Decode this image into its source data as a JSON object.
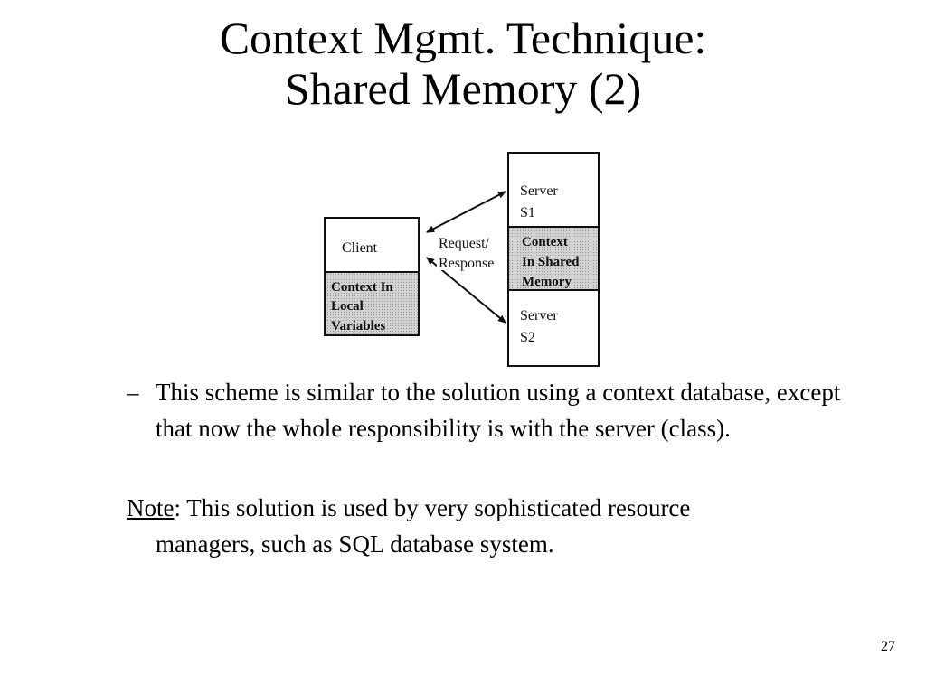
{
  "title": {
    "line1": "Context Mgmt. Technique:",
    "line2": "Shared Memory (2)"
  },
  "diagram": {
    "client": {
      "label": "Client",
      "context_lines": [
        "Context In",
        "Local",
        "Variables"
      ]
    },
    "arrow_label_lines": [
      "Request/",
      "Response"
    ],
    "server_s1": {
      "label_lines": [
        "Server",
        "S1"
      ]
    },
    "shared_context_lines": [
      "Context",
      "In Shared",
      "Memory"
    ],
    "server_s2": {
      "label_lines": [
        "Server",
        "S2"
      ]
    },
    "colors": {
      "shaded_fill": "#c8c8c8",
      "stroke": "#111111"
    }
  },
  "bullet": {
    "dash": "–",
    "text": "This scheme is similar to the solution using a context database, except that now the whole responsibility is with the server (class)."
  },
  "note": {
    "label": "Note",
    "text_line1": ": This solution is used by very sophisticated resource",
    "text_line2": "managers, such as SQL database system."
  },
  "page_number": "27"
}
